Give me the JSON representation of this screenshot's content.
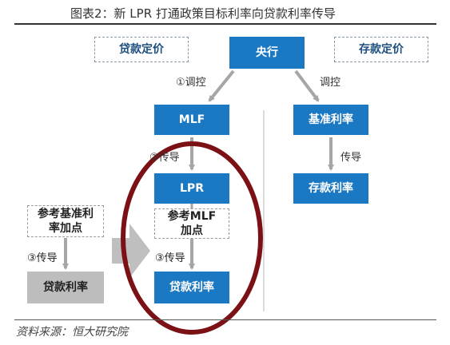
{
  "title": "图表2：新 LPR 打通政策目标利率向贷款利率传导",
  "source": "资料来源：恒大研究院",
  "boxes": {
    "loan_pricing": "贷款定价",
    "deposit_pricing": "存款定价",
    "central_bank": "央行",
    "mlf": "MLF",
    "lpr": "LPR",
    "benchmark_rate": "基准利率",
    "deposit_rate": "存款利率",
    "ref_benchmark_spread_line1": "参考基准利",
    "ref_benchmark_spread_line2": "率加点",
    "ref_mlf_spread_line1": "参考MLF",
    "ref_mlf_spread_line2": "加点",
    "old_loan_rate": "贷款利率",
    "new_loan_rate": "贷款利率"
  },
  "labels": {
    "control_left": "①调控",
    "control_right": "调控",
    "transmit_mlf_lpr": "②传导",
    "transmit_benchmark_deposit": "传导",
    "transmit_old": "③传导",
    "transmit_new": "③传导"
  },
  "colors": {
    "blue_box": "#1b78c2",
    "gray_box": "#bdbdbd",
    "arrow_gray": "#a6a6a6",
    "ellipse_red": "#7b1015"
  }
}
